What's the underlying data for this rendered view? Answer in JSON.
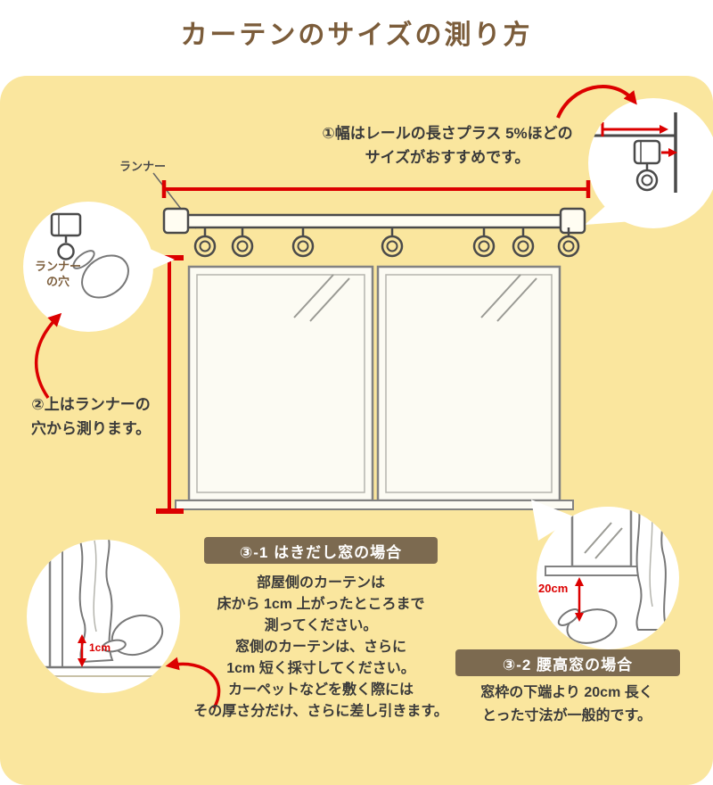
{
  "title": "カーテンのサイズの測り方",
  "colors": {
    "background_yellow": "#FAE69E",
    "accent_red": "#DC0000",
    "badge_brown": "#7C6A50",
    "title_brown": "#7B5C3A",
    "text_dark": "#3A3A3A"
  },
  "annotations": {
    "runner_label": "ランナー",
    "runner_hole": {
      "lines": [
        "ランナー",
        "の穴"
      ]
    },
    "step1": {
      "lines": [
        "①幅はレールの長さプラス 5%ほどの",
        "サイズがおすすめです。"
      ]
    },
    "step2": {
      "lines": [
        "②上はランナーの",
        "穴から測ります。"
      ]
    },
    "measure_1cm": "1cm",
    "measure_20cm": "20cm"
  },
  "section_3_1": {
    "badge": "③-1 はきだし窓の場合",
    "lines": [
      "部屋側のカーテンは",
      "床から 1cm 上がったところまで",
      "測ってください。",
      "窓側のカーテンは、さらに",
      "1cm 短く採寸してください。",
      "カーペットなどを敷く際には",
      "その厚さ分だけ、さらに差し引きます。"
    ]
  },
  "section_3_2": {
    "badge": "③-2 腰高窓の場合",
    "lines": [
      "窓枠の下端より 20cm 長く",
      "とった寸法が一般的です。"
    ]
  }
}
